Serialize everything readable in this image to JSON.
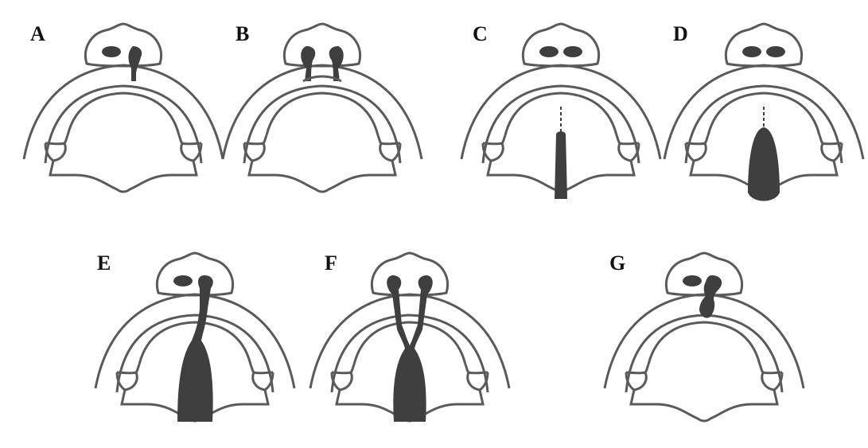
{
  "figure": {
    "panels": [
      {
        "id": "A",
        "label": "A",
        "cleft": "unilateral-lip"
      },
      {
        "id": "B",
        "label": "B",
        "cleft": "bilateral-lip"
      },
      {
        "id": "C",
        "label": "C",
        "cleft": "soft-palate"
      },
      {
        "id": "D",
        "label": "D",
        "cleft": "hard-and-soft-palate"
      },
      {
        "id": "E",
        "label": "E",
        "cleft": "unilateral-lip-and-palate"
      },
      {
        "id": "F",
        "label": "F",
        "cleft": "bilateral-lip-and-palate"
      },
      {
        "id": "G",
        "label": "G",
        "cleft": "lip-and-alveolus"
      }
    ],
    "colors": {
      "outline": "#5a5a5a",
      "cleft_fill": "#3f3f3f",
      "background": "#ffffff",
      "label": "#111111"
    }
  }
}
